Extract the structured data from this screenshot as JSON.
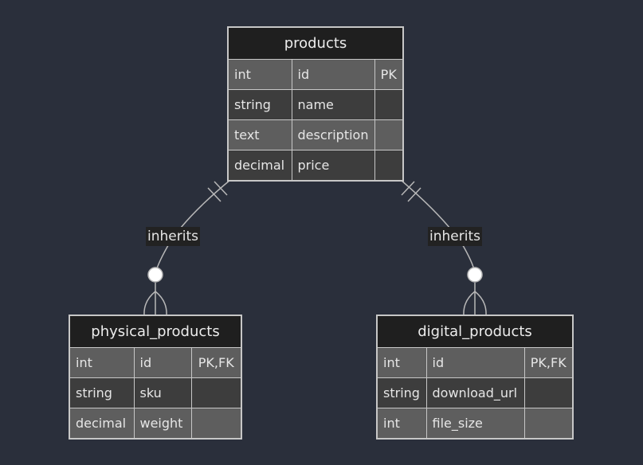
{
  "entities": {
    "products": {
      "name": "products",
      "rows": [
        {
          "type": "int",
          "field": "id",
          "key": "PK"
        },
        {
          "type": "string",
          "field": "name",
          "key": ""
        },
        {
          "type": "text",
          "field": "description",
          "key": ""
        },
        {
          "type": "decimal",
          "field": "price",
          "key": ""
        }
      ]
    },
    "physical_products": {
      "name": "physical_products",
      "rows": [
        {
          "type": "int",
          "field": "id",
          "key": "PK,FK"
        },
        {
          "type": "string",
          "field": "sku",
          "key": ""
        },
        {
          "type": "decimal",
          "field": "weight",
          "key": ""
        }
      ]
    },
    "digital_products": {
      "name": "digital_products",
      "rows": [
        {
          "type": "int",
          "field": "id",
          "key": "PK,FK"
        },
        {
          "type": "string",
          "field": "download_url",
          "key": ""
        },
        {
          "type": "int",
          "field": "file_size",
          "key": ""
        }
      ]
    }
  },
  "relationships": [
    {
      "from": "products",
      "to": "physical_products",
      "label": "inherits",
      "from_cardinality": "exactly-one",
      "to_cardinality": "zero-or-more"
    },
    {
      "from": "products",
      "to": "digital_products",
      "label": "inherits",
      "from_cardinality": "exactly-one",
      "to_cardinality": "zero-or-more"
    }
  ],
  "colors": {
    "background": "#2a2f3b",
    "header": "#1f1f1f",
    "row_light": "#5e5e5e",
    "row_dark": "#3d3d3d",
    "border": "#c7c7c7",
    "edge": "#b8b8b8"
  }
}
